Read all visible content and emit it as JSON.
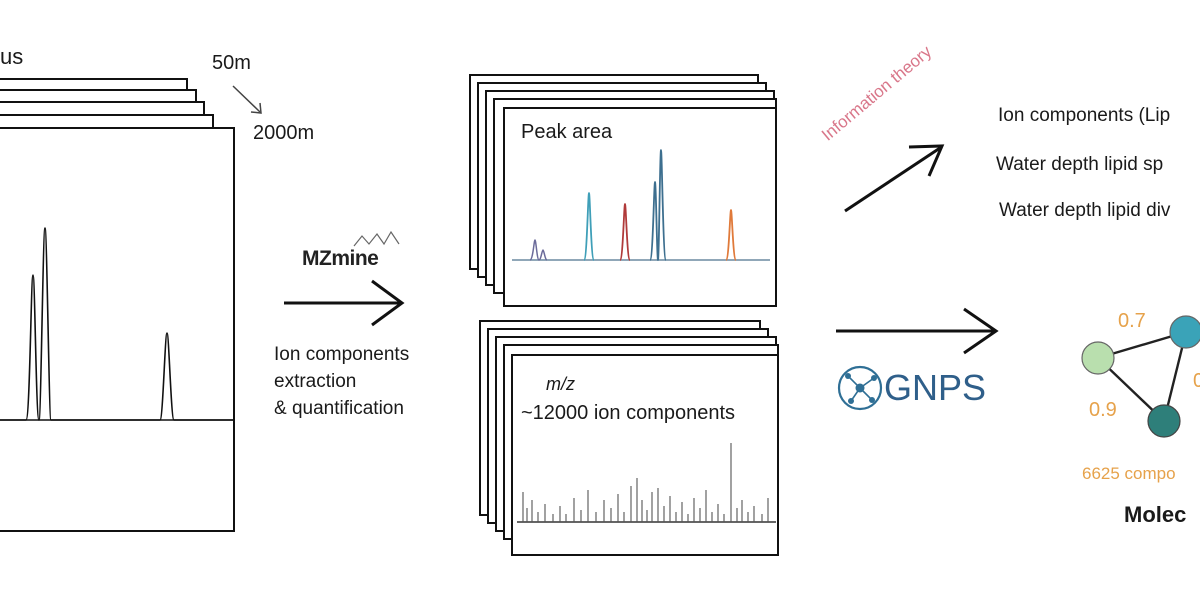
{
  "left_panel": {
    "title_fragment": "us",
    "depth_start": "50m",
    "depth_end": "2000m"
  },
  "mzmine": {
    "logo": "MZmine",
    "step_lines": [
      "Ion components",
      "extraction",
      "& quantification"
    ]
  },
  "peak_panel": {
    "label": "Peak area"
  },
  "mz_panel": {
    "axis_label": "m/z",
    "count_label": "~12000 ion components"
  },
  "info_theory": {
    "label": "Information theory",
    "color": "#d9778a"
  },
  "outputs": [
    "Ion components (Lip",
    "Water depth lipid sp",
    "Water depth lipid div"
  ],
  "gnps": {
    "label": "GNPS"
  },
  "network": {
    "edge_labels": [
      "0.7",
      "0.9",
      "0"
    ],
    "components_label": "6625 compo",
    "title_fragment": "Molec",
    "node_colors": [
      "#b9dfae",
      "#3aa3b8",
      "#2e7f7a"
    ],
    "label_color": "#e6a24b"
  },
  "peak_colors": [
    "#6b6b9a",
    "#3f9fb8",
    "#b03a3a",
    "#3d6f8f",
    "#e07a3a"
  ]
}
